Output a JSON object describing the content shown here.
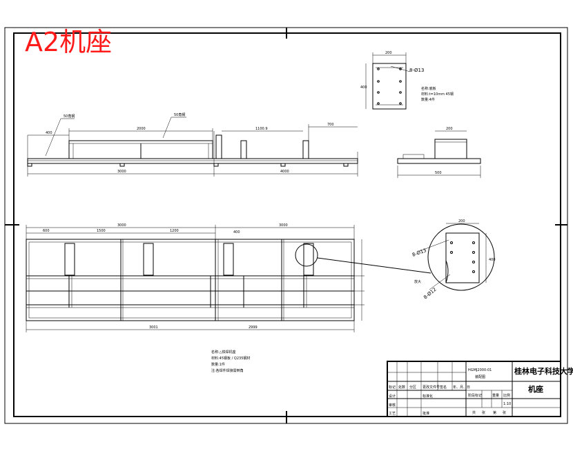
{
  "drawing": {
    "title": "A2机座",
    "notes": [
      "名称:△铁焊机座",
      "材料:45钢板 / Q235钢材",
      "数量:1件",
      "注:各焊件焊接需倒角"
    ],
    "callouts": {
      "side_label_1": "50角钢",
      "side_label_2": "50角钢",
      "hole_top": "8-Ø13",
      "plate_note_1": "名称:底板",
      "plate_note_2": "材料:t=10mm 45钢",
      "plate_note_3": "数量:4件",
      "detail_hole_1": "8-Ø13",
      "detail_hole_2": "8-Ø12",
      "detail_label": "放大"
    },
    "dimensions": {
      "top_total_left": "3000",
      "top_total_right": "4000",
      "top_span_left": "2000",
      "top_span_mid": "1100.9",
      "top_span_right": "700",
      "plan_seg_1": "600",
      "plan_seg_2": "1500",
      "plan_seg_3": "1200",
      "plan_total_left": "3000",
      "plan_total_right": "3000",
      "plan_small": "400",
      "plan_bottom_left": "3001",
      "plan_bottom_right": "2999",
      "plate_w": "200",
      "plate_h": "400",
      "side_w": "500"
    },
    "title_block": {
      "university": "桂林电子科技大学",
      "part_name": "机座",
      "drawing_no": "HGMJ2000-01",
      "drawing_sub": "装配图",
      "scale": "1:10",
      "row_labels": [
        "标记",
        "处数",
        "分区",
        "更改文件号",
        "签名",
        "年、月、日"
      ],
      "design": "设计",
      "check": "审核",
      "process": "工艺",
      "approve": "批准",
      "std": "标准化",
      "stage_labels": [
        "阶段标记",
        "重量",
        "比例"
      ],
      "sheet_labels": [
        "共",
        "张",
        "第",
        "张"
      ]
    }
  }
}
